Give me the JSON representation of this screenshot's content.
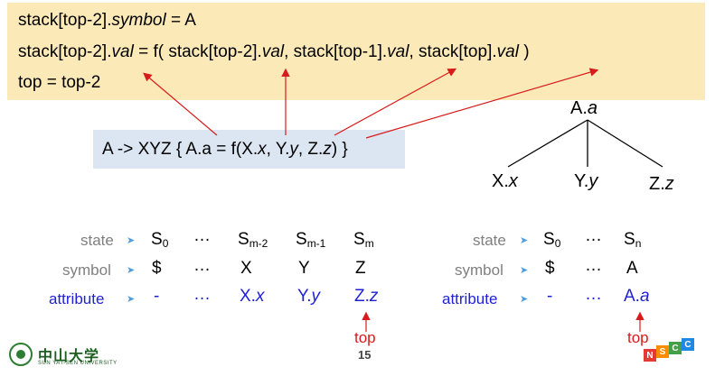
{
  "code": {
    "line1": {
      "prefix": "stack[top-2].",
      "field": "symbol",
      "suffix": " = A"
    },
    "line2": {
      "p1": "stack[top-2].",
      "f1": "val",
      "p2": " = f( stack[top-2].",
      "f2": "val",
      "p3": ", stack[top-1].",
      "f3": "val",
      "p4": ", stack[top].",
      "f4": "val",
      "p5": " )"
    },
    "line3": "top = top-2"
  },
  "rule": {
    "prefix": "A -> XYZ { A.a = f(X.",
    "x": "x",
    "m1": ", Y.",
    "y": "y",
    "m2": ", Z.",
    "z": "z",
    "suffix": ") }"
  },
  "tree": {
    "root": {
      "base": "A.",
      "attr": "a"
    },
    "children": [
      {
        "base": "X.",
        "attr": "x"
      },
      {
        "base": "Y.",
        "attr": "y"
      },
      {
        "base": "Z.",
        "attr": "z"
      }
    ]
  },
  "stack_left": {
    "labels": {
      "state": "state",
      "symbol": "symbol",
      "attribute": "attribute"
    },
    "states": [
      {
        "base": "S",
        "sub": "0"
      },
      {
        "base": "…",
        "sub": ""
      },
      {
        "base": "S",
        "sub": "m-2"
      },
      {
        "base": "S",
        "sub": "m-1"
      },
      {
        "base": "S",
        "sub": "m"
      }
    ],
    "symbols": [
      "$",
      "…",
      "X",
      "Y",
      "Z"
    ],
    "attributes": [
      {
        "base": "-",
        "it": ""
      },
      {
        "base": "…",
        "it": ""
      },
      {
        "base": "X.",
        "it": "x"
      },
      {
        "base": "Y.",
        "it": "y"
      },
      {
        "base": "Z.",
        "it": "z"
      }
    ],
    "top_label": "top"
  },
  "stack_right": {
    "labels": {
      "state": "state",
      "symbol": "symbol",
      "attribute": "attribute"
    },
    "states": [
      {
        "base": "S",
        "sub": "0"
      },
      {
        "base": "…",
        "sub": ""
      },
      {
        "base": "S",
        "sub": "n"
      }
    ],
    "symbols": [
      "$",
      "…",
      "A"
    ],
    "attributes": [
      {
        "base": "-",
        "it": ""
      },
      {
        "base": "…",
        "it": ""
      },
      {
        "base": "A.",
        "it": "a"
      }
    ],
    "top_label": "top"
  },
  "footer": {
    "page_number": "15",
    "university_cn": "中山大学",
    "university_en": "SUN YAT-SEN UNIVERSITY",
    "corner_logo": [
      "N",
      "S",
      "C",
      "C"
    ]
  },
  "colors": {
    "code_bg": "#fbe9b7",
    "rule_bg": "#dce6f2",
    "attribute_blue": "#1f1fd6",
    "arrow_red": "#d81b1b",
    "label_arrow": "#4d9de0"
  }
}
